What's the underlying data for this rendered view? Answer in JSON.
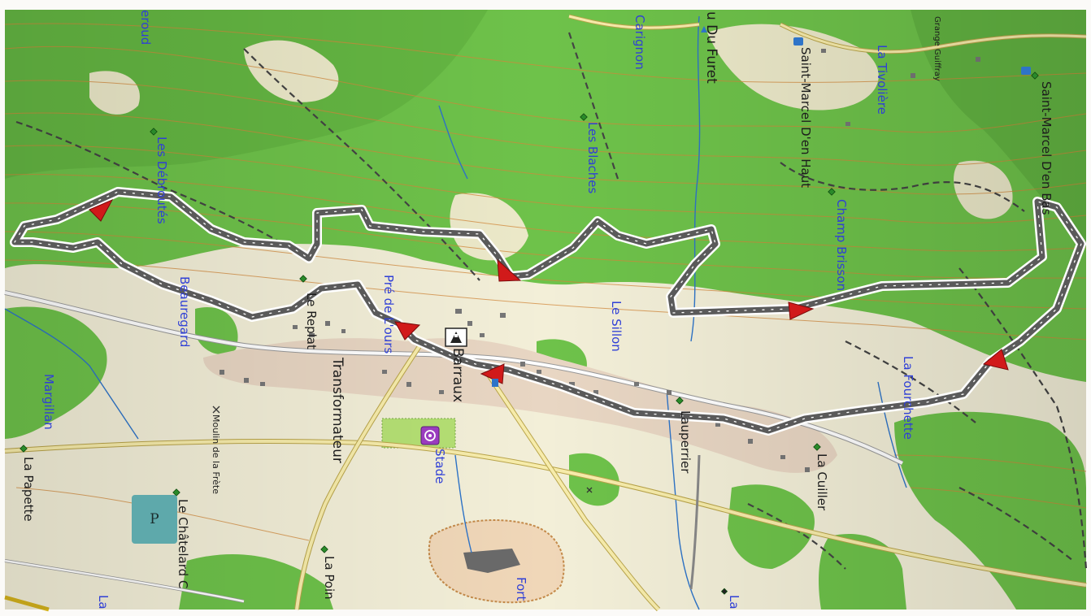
{
  "colors": {
    "forest": "#6ec24a",
    "forest_dark": "#4c9e3a",
    "meadow": "#f3efd8",
    "contour": "#d2883b",
    "route_outer": "#ffffff",
    "route_inner": "#5a5a5a",
    "arrow": "#d11a1a",
    "water": "#2e74c8",
    "label_blue": "#2f3fd6",
    "parking": "#5ea9ab",
    "sports": "#9a3cbf"
  },
  "icons": [
    "direction-arrow-icon",
    "peak-icon",
    "parking-icon",
    "church-icon",
    "stadium-icon",
    "lodging-icon",
    "water-point-icon",
    "cross-icon"
  ],
  "parking": {
    "label": "P"
  },
  "labels": {
    "heroud": "eroud",
    "carignon": "Carignon",
    "du_furet": "u Du Furet",
    "grange_guiffray": "Grange Guiffray",
    "la_tivoliere": "La Tivolière",
    "saint_marcel_haut": "Saint-Marcel D'en Haut",
    "saint_marcel_bas": "Saint-Marcel D'en Bas",
    "champ_brisson": "Champ Brisson",
    "les_blaches": "Les Blaches",
    "les_debroutes": "Les Débroutés",
    "le_replat": "Le Replat",
    "beauregard": "Beauregard",
    "pre_de_lours": "Pré de L'ours",
    "transformateur": "Transformateur",
    "barraux": "Barraux",
    "stade": "Stade",
    "le_sillon": "Le Sillon",
    "la_fourchette": "La Fourchette",
    "margillan": "Margillan",
    "la_papette": "La Papette",
    "moulin_frete": "Moulin de la Frète",
    "le_chatelard": "Le Châtelard C",
    "la_pointe": "La Poin",
    "fort": "Fort",
    "lauperrier": "Lauperrier",
    "la_cuiller": "La Cuiller",
    "la_bottom_left": "La",
    "la_bottom_right": "La"
  }
}
